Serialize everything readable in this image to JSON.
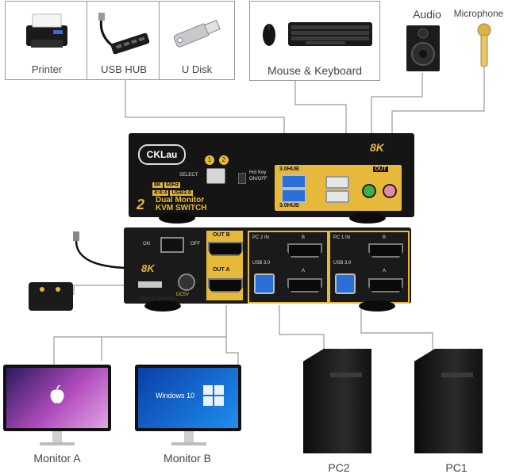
{
  "top_devices": {
    "printer": {
      "label": "Printer",
      "icon": "printer-icon"
    },
    "usb_hub": {
      "label": "USB HUB",
      "icon": "usb-hub-icon"
    },
    "u_disk": {
      "label": "U Disk",
      "icon": "usb-flash-drive-icon"
    },
    "mouse_keyboard": {
      "label": "Mouse & Keyboard",
      "icon": "mouse-keyboard-icon"
    },
    "audio": {
      "label": "Audio",
      "icon": "speaker-icon"
    },
    "microphone": {
      "label": "Microphone",
      "icon": "microphone-icon"
    }
  },
  "kvm_front": {
    "brand": "CKLau",
    "badge": "8K",
    "select_label": "SELECT",
    "btn1": "1",
    "btn2": "2",
    "hotkey_label": "Hot Key ON/OFF",
    "spec_8k": "8K",
    "spec_60hz": "60Hz",
    "spec_444": "4:4:4",
    "spec_usb": "USB3.0",
    "title_line1": "Dual Monitor",
    "title_line2": "KVM SWITCH",
    "port_count": "2",
    "hub_top": "3.0HUB",
    "hub_bottom": "3.0HUB",
    "audio_out": "OUT"
  },
  "kvm_back": {
    "on": "ON",
    "off": "OFF",
    "badge": "8K",
    "dc": "DC5V",
    "out_b": "OUT B",
    "out_a": "OUT A",
    "pc2_in": "PC 2 IN",
    "pc1_in": "PC 1 IN",
    "usb30_a": "USB 3.0",
    "usb30_b": "USB 3.0",
    "port_b1": "B",
    "port_a1": "A",
    "port_b2": "B",
    "port_a2": "A"
  },
  "remote": {
    "label": "Wired Remote"
  },
  "bottom_devices": {
    "monitor_a": {
      "label": "Monitor A",
      "screen": "apple-logo"
    },
    "monitor_b": {
      "label": "Monitor B",
      "screen_text": "Windows 10"
    },
    "pc2": {
      "label": "PC2"
    },
    "pc1": {
      "label": "PC1"
    }
  },
  "colors": {
    "gold": "#e7b93a",
    "usb3_blue": "#2a6fd8",
    "audio_green": "#3fae49",
    "mic_pink": "#e58aa3",
    "wire": "#9a9a9a"
  }
}
